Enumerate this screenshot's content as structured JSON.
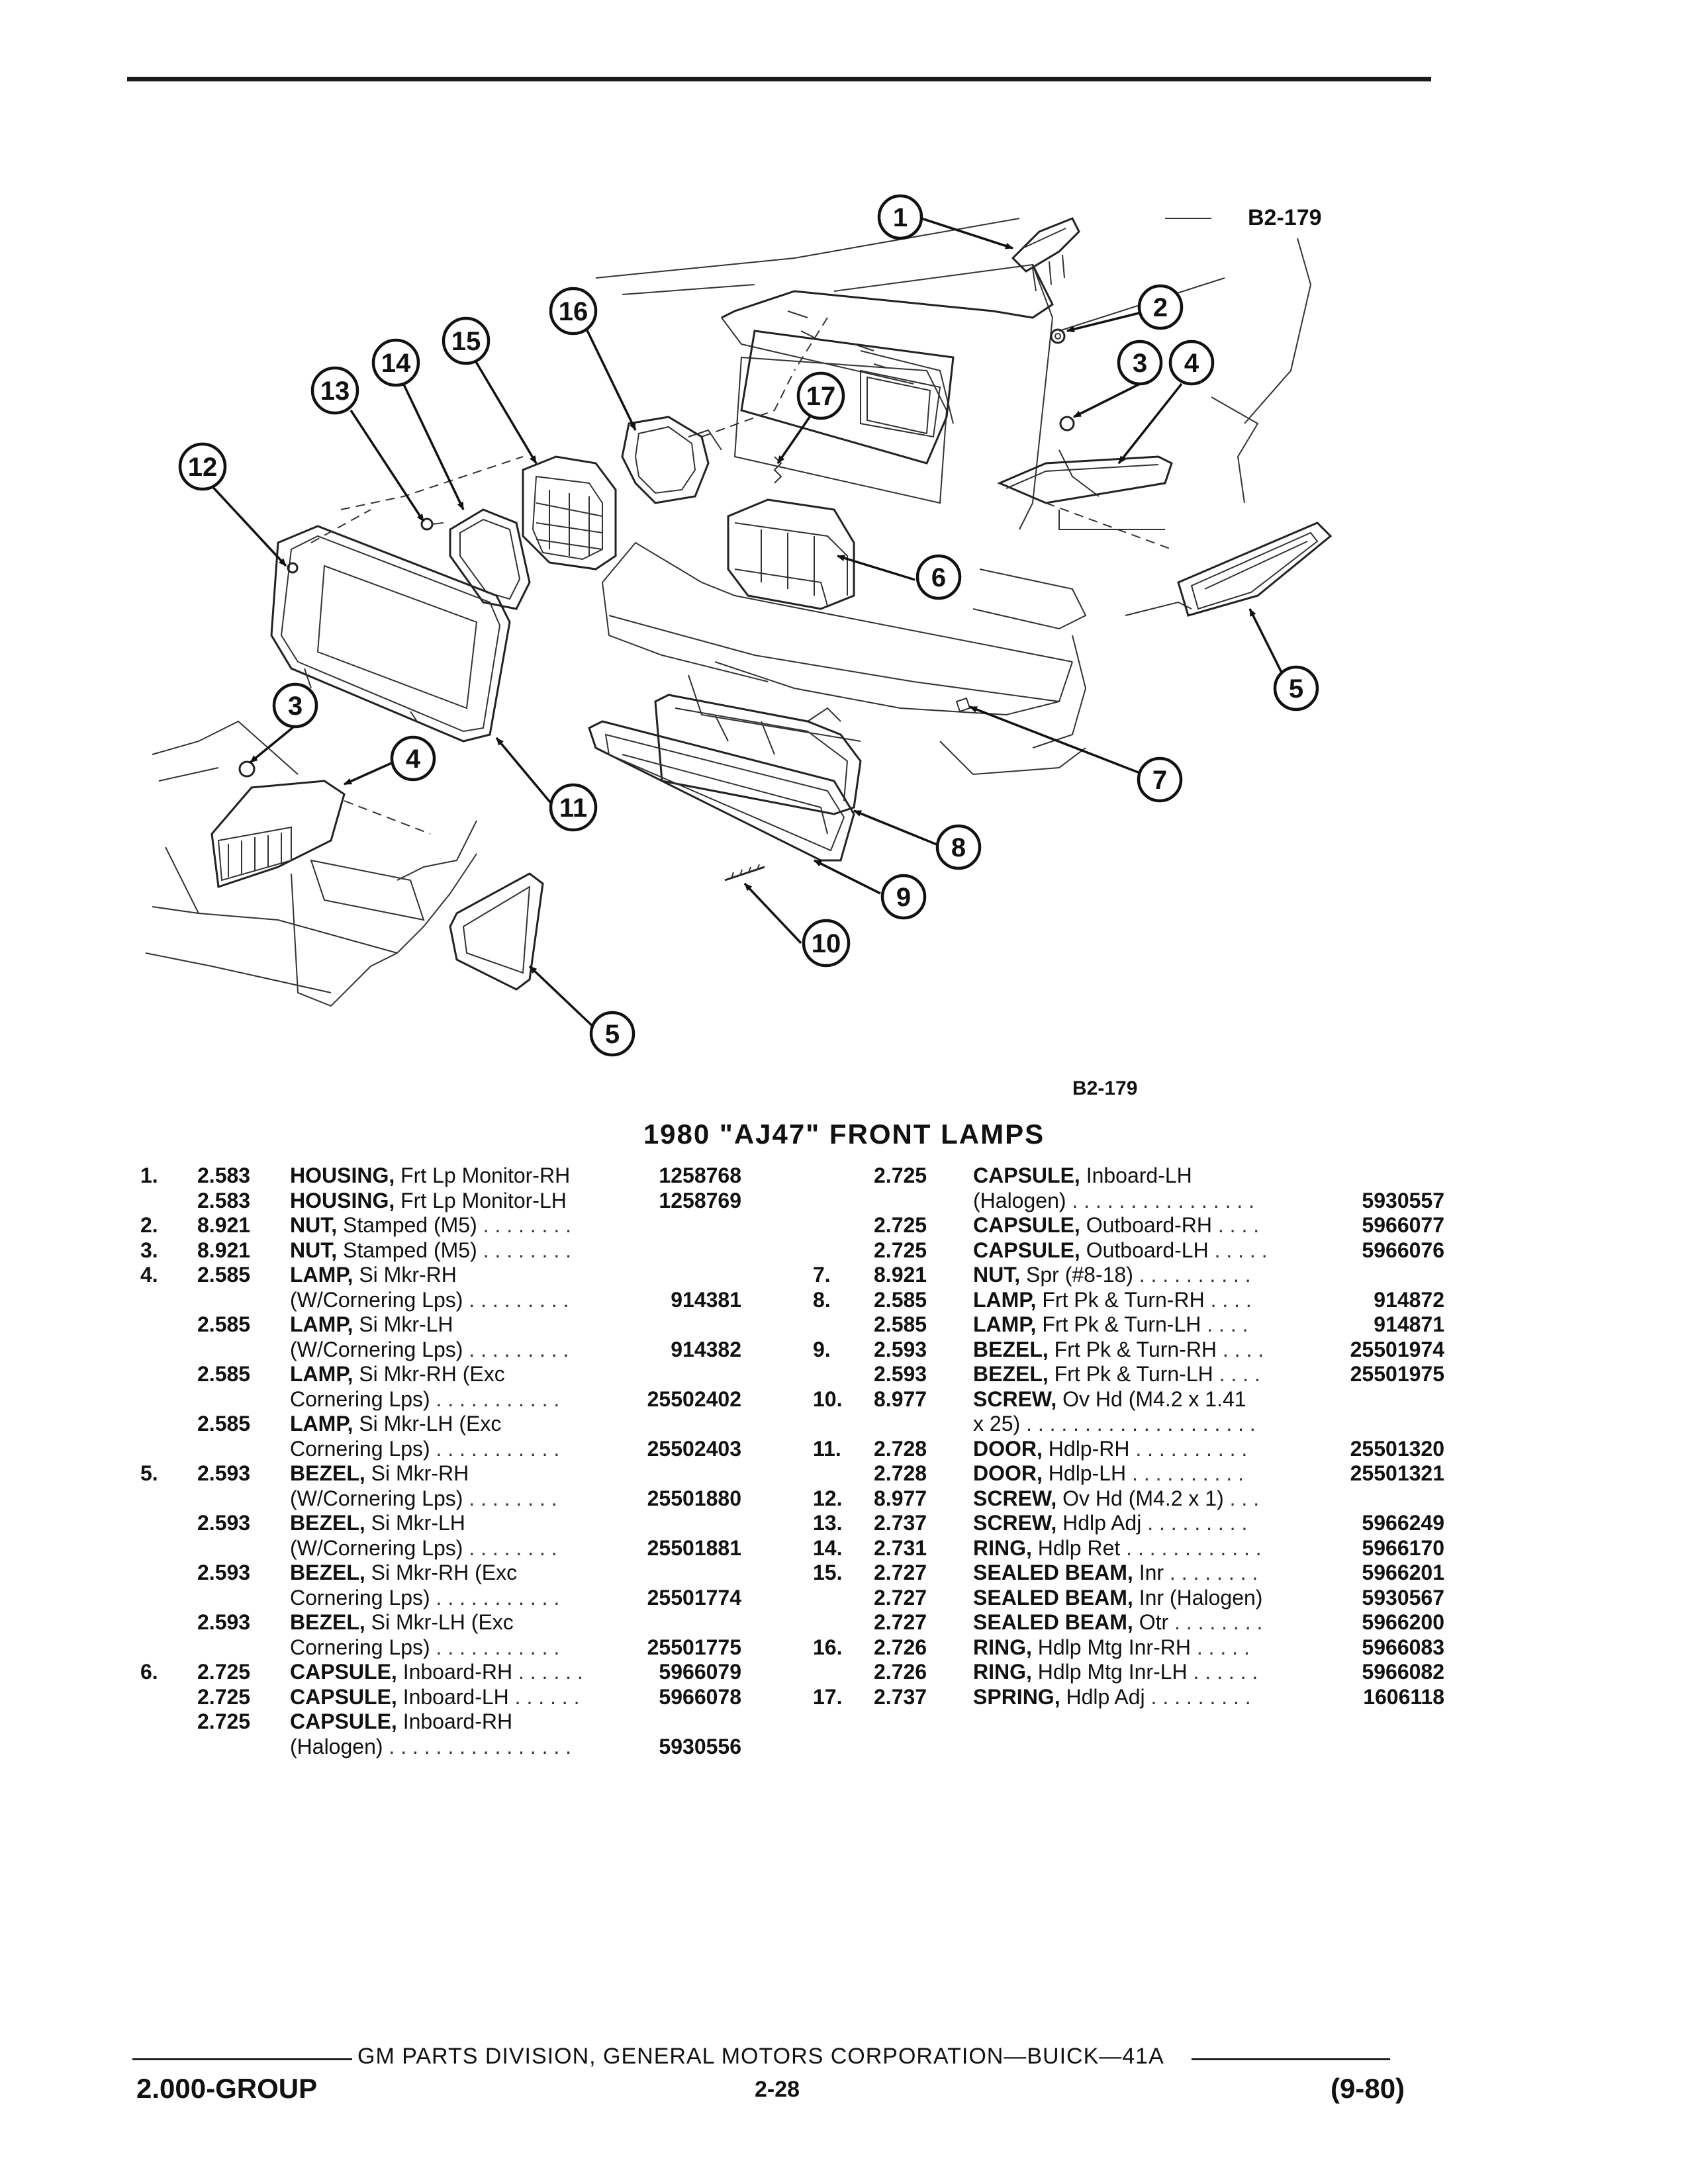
{
  "figure": {
    "code_top": "B2-179",
    "code_bottom": "B2-179",
    "callouts": [
      "1",
      "2",
      "3",
      "4",
      "5",
      "6",
      "7",
      "8",
      "9",
      "10",
      "11",
      "12",
      "13",
      "14",
      "15",
      "16",
      "17"
    ]
  },
  "title": "1980 \"AJ47\" FRONT LAMPS",
  "left_rows": [
    {
      "ref": "1.",
      "group": "2.583",
      "name": "HOUSING,",
      "rest": " Frt Lp Monitor-RH",
      "lead": "",
      "part": "1258768"
    },
    {
      "ref": "",
      "group": "2.583",
      "name": "HOUSING,",
      "rest": " Frt Lp Monitor-LH",
      "lead": "",
      "part": "1258769"
    },
    {
      "ref": "2.",
      "group": "8.921",
      "name": "NUT,",
      "rest": " Stamped (M5)",
      "lead": " . . . . . . . .",
      "part": ""
    },
    {
      "ref": "3.",
      "group": "8.921",
      "name": "NUT,",
      "rest": " Stamped (M5)",
      "lead": " . . . . . . . .",
      "part": ""
    },
    {
      "ref": "4.",
      "group": "2.585",
      "name": "LAMP,",
      "rest": " Si Mkr-RH",
      "lead": "",
      "part": ""
    },
    {
      "ref": "",
      "group": "",
      "name": "",
      "rest": "(W/Cornering Lps)",
      "lead": " . . . . . . . . .",
      "part": "914381"
    },
    {
      "ref": "",
      "group": "2.585",
      "name": "LAMP,",
      "rest": " Si Mkr-LH",
      "lead": "",
      "part": ""
    },
    {
      "ref": "",
      "group": "",
      "name": "",
      "rest": "(W/Cornering Lps)",
      "lead": " . . . . . . . . .",
      "part": "914382"
    },
    {
      "ref": "",
      "group": "2.585",
      "name": "LAMP,",
      "rest": " Si Mkr-RH (Exc",
      "lead": "",
      "part": ""
    },
    {
      "ref": "",
      "group": "",
      "name": "",
      "rest": "Cornering Lps)",
      "lead": " . . . . . . . . . . .",
      "part": "25502402"
    },
    {
      "ref": "",
      "group": "2.585",
      "name": "LAMP,",
      "rest": " Si Mkr-LH (Exc",
      "lead": "",
      "part": ""
    },
    {
      "ref": "",
      "group": "",
      "name": "",
      "rest": "Cornering Lps)",
      "lead": " . . . . . . . . . . .",
      "part": "25502403"
    },
    {
      "ref": "5.",
      "group": "2.593",
      "name": "BEZEL,",
      "rest": " Si Mkr-RH",
      "lead": "",
      "part": ""
    },
    {
      "ref": "",
      "group": "",
      "name": "",
      "rest": "(W/Cornering Lps)",
      "lead": " . . . . . . . .",
      "part": "25501880"
    },
    {
      "ref": "",
      "group": "2.593",
      "name": "BEZEL,",
      "rest": " Si Mkr-LH",
      "lead": "",
      "part": ""
    },
    {
      "ref": "",
      "group": "",
      "name": "",
      "rest": "(W/Cornering Lps)",
      "lead": " . . . . . . . .",
      "part": "25501881"
    },
    {
      "ref": "",
      "group": "2.593",
      "name": "BEZEL,",
      "rest": " Si Mkr-RH (Exc",
      "lead": "",
      "part": ""
    },
    {
      "ref": "",
      "group": "",
      "name": "",
      "rest": "Cornering Lps)",
      "lead": " . . . . . . . . . . .",
      "part": "25501774"
    },
    {
      "ref": "",
      "group": "2.593",
      "name": "BEZEL,",
      "rest": " Si Mkr-LH (Exc",
      "lead": "",
      "part": ""
    },
    {
      "ref": "",
      "group": "",
      "name": "",
      "rest": "Cornering Lps)",
      "lead": " . . . . . . . . . . .",
      "part": "25501775"
    },
    {
      "ref": "6.",
      "group": "2.725",
      "name": "CAPSULE,",
      "rest": " Inboard-RH",
      "lead": " . . . . . .",
      "part": "5966079"
    },
    {
      "ref": "",
      "group": "2.725",
      "name": "CAPSULE,",
      "rest": " Inboard-LH",
      "lead": " . . . . . .",
      "part": "5966078"
    },
    {
      "ref": "",
      "group": "2.725",
      "name": "CAPSULE,",
      "rest": " Inboard-RH",
      "lead": "",
      "part": ""
    },
    {
      "ref": "",
      "group": "",
      "name": "",
      "rest": "(Halogen)",
      "lead": " . . . . . . . . . . . . . . . .",
      "part": "5930556"
    }
  ],
  "right_rows": [
    {
      "ref": "",
      "group": "2.725",
      "name": "CAPSULE,",
      "rest": " Inboard-LH",
      "lead": "",
      "part": ""
    },
    {
      "ref": "",
      "group": "",
      "name": "",
      "rest": "(Halogen)",
      "lead": " . . . . . . . . . . . . . . . .",
      "part": "5930557"
    },
    {
      "ref": "",
      "group": "2.725",
      "name": "CAPSULE,",
      "rest": " Outboard-RH",
      "lead": " . . . .",
      "part": "5966077"
    },
    {
      "ref": "",
      "group": "2.725",
      "name": "CAPSULE,",
      "rest": " Outboard-LH",
      "lead": " . . . . .",
      "part": "5966076"
    },
    {
      "ref": "7.",
      "group": "8.921",
      "name": "NUT,",
      "rest": " Spr (#8-18)",
      "lead": " . . . . . . . . . .",
      "part": ""
    },
    {
      "ref": "8.",
      "group": "2.585",
      "name": "LAMP,",
      "rest": " Frt Pk & Turn-RH",
      "lead": " . . . .",
      "part": "914872"
    },
    {
      "ref": "",
      "group": "2.585",
      "name": "LAMP,",
      "rest": " Frt Pk & Turn-LH",
      "lead": " . . . .",
      "part": "914871"
    },
    {
      "ref": "9.",
      "group": "2.593",
      "name": "BEZEL,",
      "rest": " Frt Pk & Turn-RH",
      "lead": " . . . .",
      "part": "25501974"
    },
    {
      "ref": "",
      "group": "2.593",
      "name": "BEZEL,",
      "rest": " Frt Pk & Turn-LH",
      "lead": " . . . .",
      "part": "25501975"
    },
    {
      "ref": "10.",
      "group": "8.977",
      "name": "SCREW,",
      "rest": " Ov Hd (M4.2 x 1.41",
      "lead": "",
      "part": ""
    },
    {
      "ref": "",
      "group": "",
      "name": "",
      "rest": "x 25)",
      "lead": " . . . . . . . . . . . . . . . . . . . .",
      "part": ""
    },
    {
      "ref": "11.",
      "group": "2.728",
      "name": "DOOR,",
      "rest": " Hdlp-RH",
      "lead": " . . . . . . . . . .",
      "part": "25501320"
    },
    {
      "ref": "",
      "group": "2.728",
      "name": "DOOR,",
      "rest": " Hdlp-LH",
      "lead": " . . . . . . . . . .",
      "part": "25501321"
    },
    {
      "ref": "12.",
      "group": "8.977",
      "name": "SCREW,",
      "rest": " Ov Hd (M4.2 x 1)",
      "lead": " . . .",
      "part": ""
    },
    {
      "ref": "13.",
      "group": "2.737",
      "name": "SCREW,",
      "rest": " Hdlp Adj",
      "lead": " . . . . . . . . .",
      "part": "5966249"
    },
    {
      "ref": "14.",
      "group": "2.731",
      "name": "RING,",
      "rest": " Hdlp Ret",
      "lead": " . . . . . . . . . . . .",
      "part": "5966170"
    },
    {
      "ref": "15.",
      "group": "2.727",
      "name": "SEALED BEAM,",
      "rest": " Inr",
      "lead": " . . . . . . . .",
      "part": "5966201"
    },
    {
      "ref": "",
      "group": "2.727",
      "name": "SEALED BEAM,",
      "rest": " Inr (Halogen)",
      "lead": "",
      "part": "5930567"
    },
    {
      "ref": "",
      "group": "2.727",
      "name": "SEALED BEAM,",
      "rest": " Otr",
      "lead": " . . . . . . . .",
      "part": "5966200"
    },
    {
      "ref": "16.",
      "group": "2.726",
      "name": "RING,",
      "rest": " Hdlp Mtg Inr-RH",
      "lead": " . . . . .",
      "part": "5966083"
    },
    {
      "ref": "",
      "group": "2.726",
      "name": "RING,",
      "rest": " Hdlp Mtg Inr-LH",
      "lead": " . . . . . .",
      "part": "5966082"
    },
    {
      "ref": "17.",
      "group": "2.737",
      "name": "SPRING,",
      "rest": " Hdlp Adj",
      "lead": " . . . . . . . . .",
      "part": "1606118"
    }
  ],
  "footer": {
    "division": "GM PARTS DIVISION, GENERAL MOTORS CORPORATION—BUICK—41A",
    "group": "2.000-GROUP",
    "page": "2-28",
    "date": "(9-80)"
  }
}
